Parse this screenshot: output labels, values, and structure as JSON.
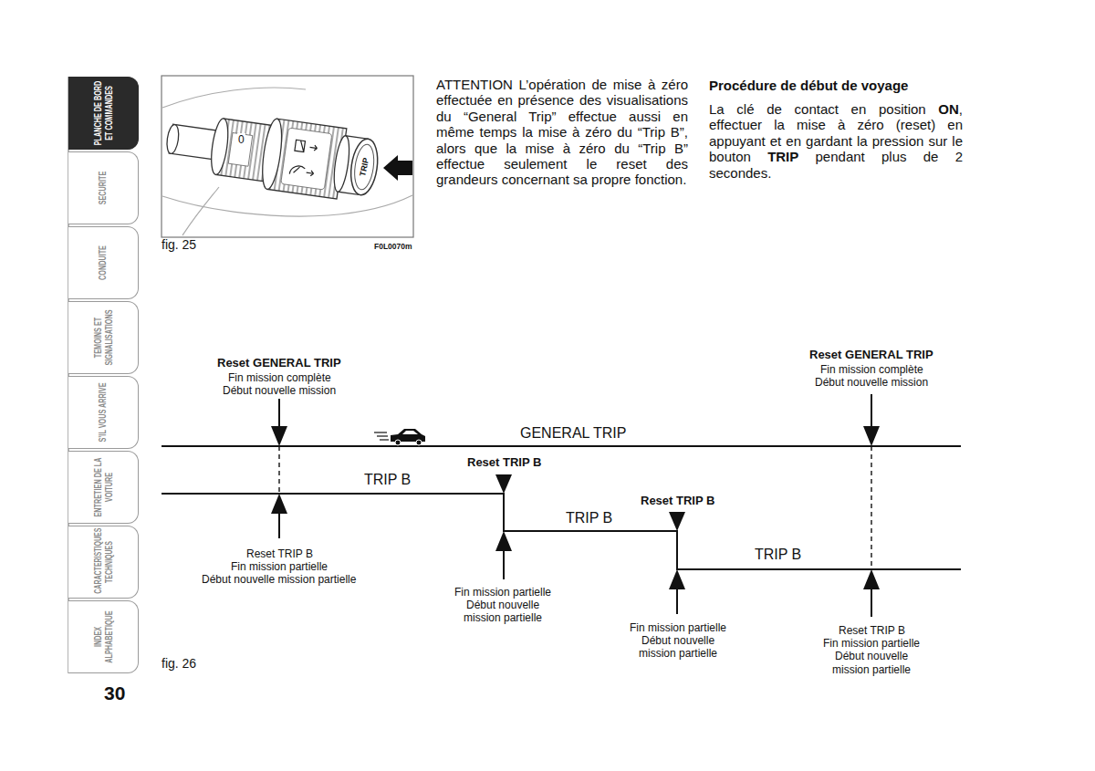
{
  "diagram": {
    "nodes": [
      {
        "text": [
          "PLANCHE DE BORD ET COMMANDES"
        ]
      },
      {
        "text": [
          "SECURITE"
        ]
      },
      {
        "text": [
          "CONDUITE"
        ]
      },
      {
        "text": [
          "TEMOINS ET SIGNALISATIONS"
        ]
      },
      {
        "text": [
          "S’IL VOUS ARRIVE"
        ]
      },
      {
        "text": [
          "ENTRETIEN DE LA VOITURE"
        ]
      },
      {
        "text": [
          "CARACTERISTIQUES TECHNIQUES"
        ]
      },
      {
        "text": [
          "INDEX ALPHABETIQUE"
        ]
      }
    ],
    "labels": [
      "30",
      "fig. 25",
      "F0L0070m",
      "TRIP",
      "0",
      "ATTENTION L’opération de mise à zéro effectuée en présence des visualisations du “General Trip” effectue aussi en même temps la mise à zéro du “Trip B”, alors que la mise à zéro du “Trip B” effectue seulement le reset des grandeurs concernant sa propre fonction.",
      "Procédure de début de voyage",
      "La clé de contact en position",
      "ON",
      ", effectuer la mise à zéro (reset) en appuyant et en gardant la pression sur le bouton",
      "TRIP",
      "pendant plus de 2 secondes.",
      "GENERAL TRIP",
      "TRIP B",
      "TRIP B",
      "TRIP B",
      "Reset GENERAL TRIP",
      "Fin mission complète",
      "Début nouvelle mission",
      "Reset TRIP B",
      "Reset TRIP B",
      "Reset GENERAL TRIP",
      "Fin mission complète",
      "Début nouvelle mission",
      "Reset TRIP B",
      "Fin mission partielle",
      "Début nouvelle mission partielle",
      "Fin mission partielle",
      "Début nouvelle",
      "mission partielle",
      "Fin mission partielle",
      "Début nouvelle",
      "mission partielle",
      "Reset TRIP B",
      "Fin mission partielle",
      "Début nouvelle",
      "mission partielle",
      "fig. 26"
    ]
  }
}
